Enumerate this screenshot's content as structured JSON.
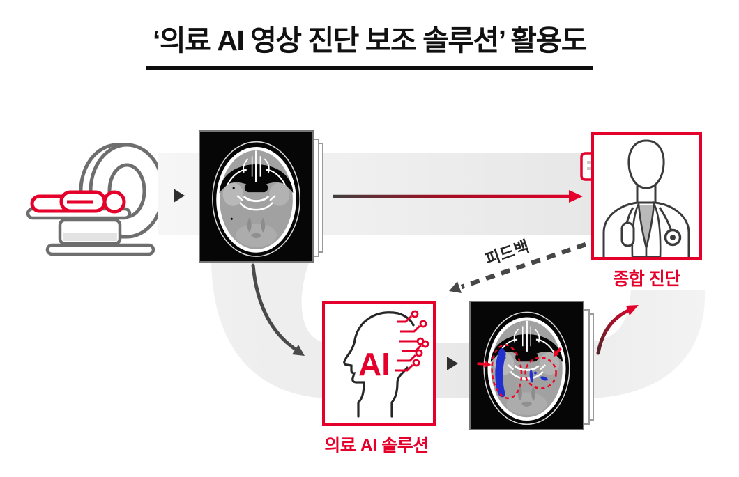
{
  "title": "‘의료 AI 영상 진단 보조 솔루션’ 활용도",
  "flow": {
    "scan_step": {
      "icon": "ct-scanner-icon"
    },
    "image_step": {
      "icon": "brain-ct-image"
    },
    "doctor_step": {
      "icon": "doctor-icon",
      "bubble_icon": "speech-bubble-icon",
      "label": "종합 진단"
    },
    "ai_step": {
      "icon": "ai-head-icon",
      "ai_text": "AI",
      "label": "의료 AI 솔루션"
    },
    "annotated_step": {
      "icon": "brain-ct-annotated-image"
    },
    "feedback": {
      "label": "피드백"
    }
  },
  "colors": {
    "accent_red": "#e4002b",
    "arrow_dark_gray": "#474747",
    "scanner_gray": "#6e6e6e",
    "band_gray": "#ededed",
    "ai_highlight_blue": "#2230cf"
  }
}
